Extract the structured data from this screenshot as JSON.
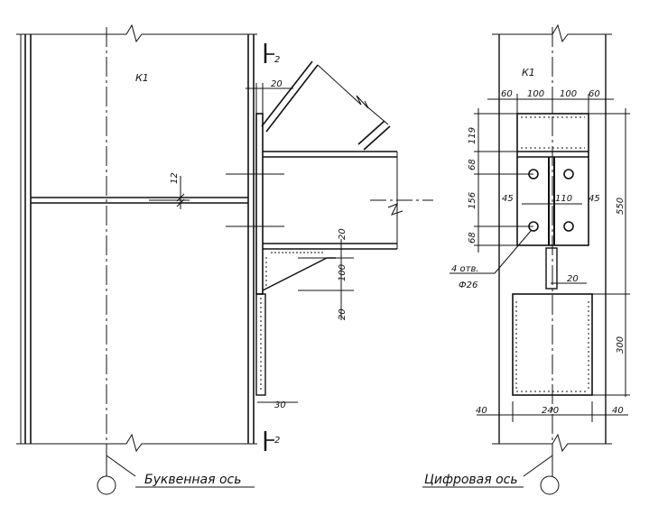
{
  "labels": {
    "k1_left": "К1",
    "k1_right": "К1",
    "section_top": "2",
    "section_bottom": "2",
    "letter_axis": "Буквенная ось",
    "digital_axis": "Цифровая ось",
    "holes_line1": "4 отв.",
    "holes_line2": "Ф26"
  },
  "dims_left": {
    "top_plate": "20",
    "web": "12",
    "stiff_top": "20",
    "stiff_h": "100",
    "stiff_bottom": "20",
    "bottom_gap": "30"
  },
  "dims_right": {
    "w1": "60",
    "w2": "100",
    "w3": "100",
    "w4": "60",
    "h1": "119",
    "h2": "68",
    "h3": "156",
    "h4": "68",
    "total_h": "550",
    "bolt_left": "45",
    "bolt_mid": "110",
    "bolt_right": "45",
    "rib_gap": "20",
    "base_h": "300",
    "base_left": "40",
    "base_w": "240",
    "base_right": "40"
  },
  "colors": {
    "line": "#111111",
    "background": "#ffffff"
  }
}
